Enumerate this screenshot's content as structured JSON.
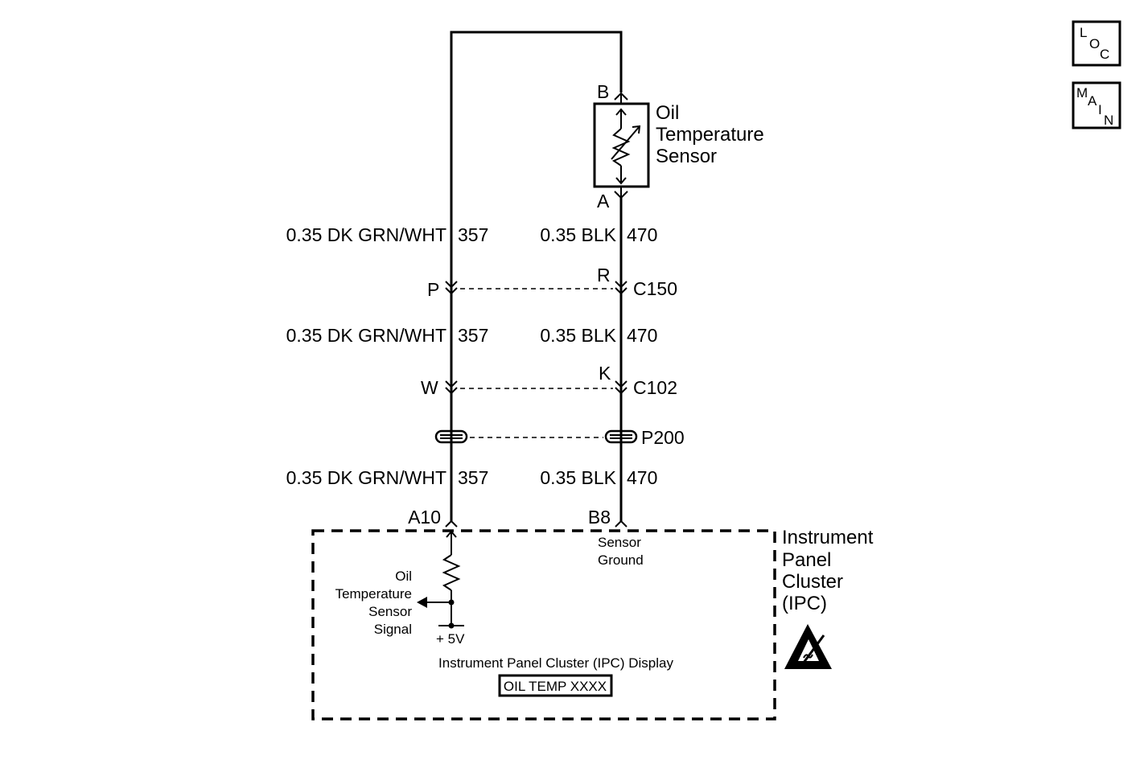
{
  "nav": {
    "loc_letters": [
      "L",
      "O",
      "C"
    ],
    "main_letters": [
      "M",
      "A",
      "I",
      "N"
    ]
  },
  "sensor": {
    "name_lines": [
      "Oil",
      "Temperature",
      "Sensor"
    ],
    "pin_top": "B",
    "pin_bottom": "A"
  },
  "wires": {
    "left_label": "0.35 DK GRN/WHT",
    "left_circuit": "357",
    "right_label": "0.35 BLK",
    "right_circuit": "470"
  },
  "connectors": {
    "c150": {
      "name": "C150",
      "left_pin": "P",
      "right_pin": "R"
    },
    "c102": {
      "name": "C102",
      "left_pin": "W",
      "right_pin": "K"
    },
    "p200": {
      "name": "P200"
    }
  },
  "ipc": {
    "name_lines": [
      "Instrument",
      "Panel",
      "Cluster",
      "(IPC)"
    ],
    "left_pin": "A10",
    "right_pin": "B8",
    "ground_lines": [
      "Sensor",
      "Ground"
    ],
    "signal_lines": [
      "Oil",
      "Temperature",
      "Sensor",
      "Signal"
    ],
    "supply": "+ 5V",
    "display_title": "Instrument Panel Cluster (IPC) Display",
    "display_text": "OIL TEMP XXXX"
  }
}
